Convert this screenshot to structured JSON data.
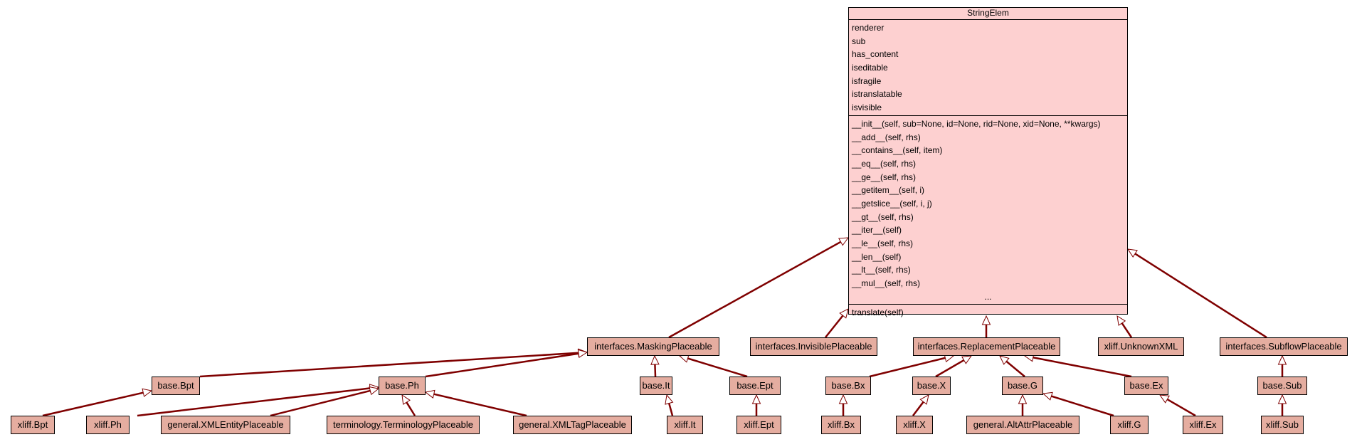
{
  "main_class": {
    "name": "StringElem",
    "attributes": [
      "renderer",
      "sub",
      "has_content",
      "iseditable",
      "isfragile",
      "istranslatable",
      "isvisible"
    ],
    "methods": [
      "__init__(self, sub=None, id=None, rid=None, xid=None, **kwargs)",
      "__add__(self, rhs)",
      "__contains__(self, item)",
      "__eq__(self, rhs)",
      "__ge__(self, rhs)",
      "__getitem__(self, i)",
      "__getslice__(self, i, j)",
      "__gt__(self, rhs)",
      "__iter__(self)",
      "__le__(self, rhs)",
      "__len__(self)",
      "__lt__(self, rhs)",
      "__mul__(self, rhs)"
    ],
    "ellipsis": "...",
    "extra_method": "translate(self)"
  },
  "colors": {
    "edge": "#7f0000",
    "node_fill": "#e5ada0",
    "main_fill": "#fdd0d0"
  },
  "nodes": {
    "masking": "interfaces.MaskingPlaceable",
    "invisible": "interfaces.InvisiblePlaceable",
    "replacement": "interfaces.ReplacementPlaceable",
    "unknownxml": "xliff.UnknownXML",
    "subflow": "interfaces.SubflowPlaceable",
    "bpt": "base.Bpt",
    "ph": "base.Ph",
    "it": "base.It",
    "ept": "base.Ept",
    "bx": "base.Bx",
    "x": "base.X",
    "g": "base.G",
    "ex": "base.Ex",
    "sub": "base.Sub",
    "xbpt": "xliff.Bpt",
    "xph": "xliff.Ph",
    "xmlentity": "general.XMLEntityPlaceable",
    "terminology": "terminology.TerminologyPlaceable",
    "xmltag": "general.XMLTagPlaceable",
    "xit": "xliff.It",
    "xept": "xliff.Ept",
    "xbx": "xliff.Bx",
    "xx": "xliff.X",
    "altattr": "general.AltAttrPlaceable",
    "xg": "xliff.G",
    "xex": "xliff.Ex",
    "xsub": "xliff.Sub"
  },
  "edges": [
    [
      "masking",
      "main"
    ],
    [
      "invisible",
      "main"
    ],
    [
      "replacement",
      "main"
    ],
    [
      "unknownxml",
      "main"
    ],
    [
      "subflow",
      "main"
    ],
    [
      "bpt",
      "masking"
    ],
    [
      "ph",
      "masking"
    ],
    [
      "it",
      "masking"
    ],
    [
      "ept",
      "masking"
    ],
    [
      "bx",
      "replacement"
    ],
    [
      "x",
      "replacement"
    ],
    [
      "g",
      "replacement"
    ],
    [
      "ex",
      "replacement"
    ],
    [
      "sub",
      "subflow"
    ],
    [
      "xbpt",
      "bpt"
    ],
    [
      "xph",
      "ph"
    ],
    [
      "xmlentity",
      "ph"
    ],
    [
      "terminology",
      "ph"
    ],
    [
      "xmltag",
      "ph"
    ],
    [
      "xit",
      "it"
    ],
    [
      "xept",
      "ept"
    ],
    [
      "xbx",
      "bx"
    ],
    [
      "xx",
      "x"
    ],
    [
      "altattr",
      "g"
    ],
    [
      "xg",
      "g"
    ],
    [
      "xex",
      "ex"
    ],
    [
      "xsub",
      "sub"
    ]
  ]
}
